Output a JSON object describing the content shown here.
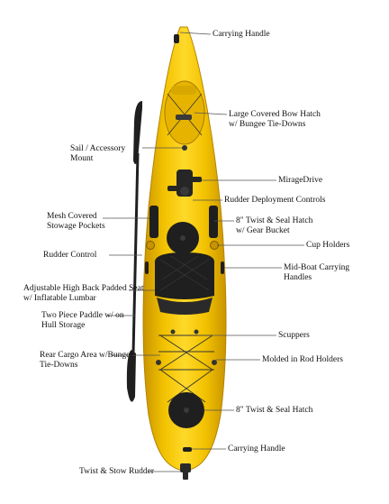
{
  "labels": {
    "carrying_handle_top": [
      "Carrying Handle"
    ],
    "bow_hatch": [
      "Large Covered Bow Hatch",
      "w/ Bungee Tie-Downs"
    ],
    "sail_mount": [
      "Sail / Accessory",
      "Mount"
    ],
    "mirage_drive": [
      "MirageDrive"
    ],
    "rudder_deploy": [
      "Rudder Deployment Controls"
    ],
    "mesh_pockets": [
      "Mesh Covered",
      "Stowage Pockets"
    ],
    "twist_seal_gear": [
      "8\" Twist & Seal Hatch",
      "w/ Gear Bucket"
    ],
    "cup_holders": [
      "Cup Holders"
    ],
    "rudder_control": [
      "Rudder Control"
    ],
    "mid_handles": [
      "Mid-Boat Carrying",
      "Handles"
    ],
    "seat": [
      "Adjustable High Back Padded Seat",
      "w/ Inflatable Lumbar"
    ],
    "paddle": [
      "Two Piece Paddle w/ on",
      "Hull Storage"
    ],
    "scuppers": [
      "Scuppers"
    ],
    "rear_cargo": [
      "Rear Cargo Area w/Bungee",
      "Tie-Downs"
    ],
    "rod_holders": [
      "Molded in Rod Holders"
    ],
    "twist_seal_rear": [
      "8\" Twist & Seal Hatch"
    ],
    "carrying_handle_bottom": [
      "Carrying Handle"
    ],
    "rudder": [
      "Twist & Stow Rudder"
    ]
  },
  "colors": {
    "hull": "#f2c200",
    "hull_shadow": "#c99400",
    "deck_dark": "#2a2a2a",
    "leader_line": "#555555",
    "text": "#111111"
  }
}
